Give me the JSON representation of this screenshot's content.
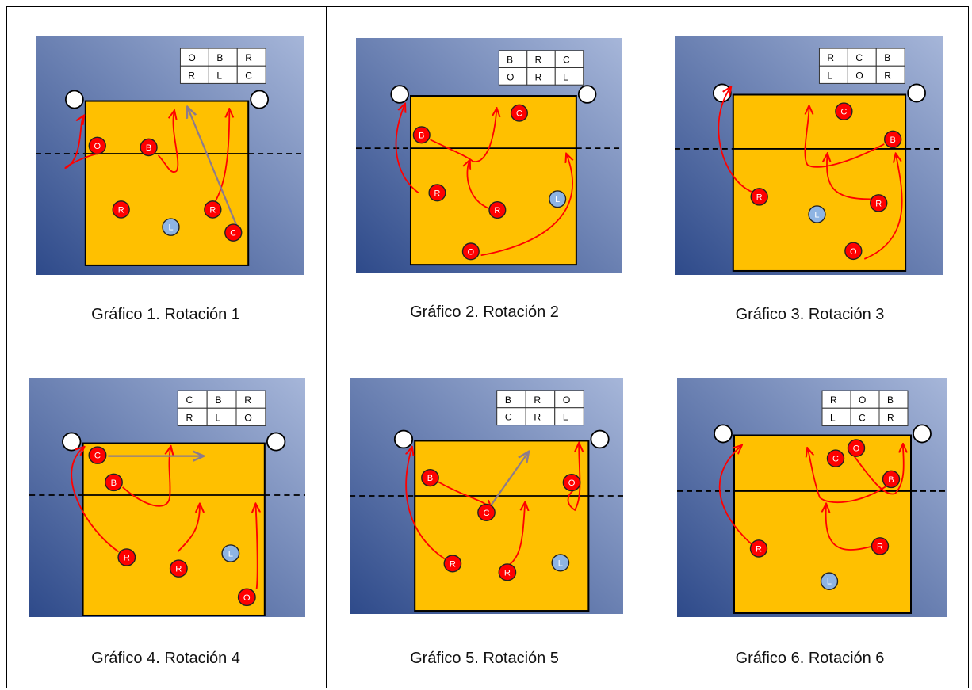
{
  "colors": {
    "court": "#FFC000",
    "player": "#FF0000",
    "libero": "#8EB4E3",
    "route": "#FF0000",
    "pass": "#8C7B8C",
    "bg_top": "#A6B6D9",
    "bg_bottom": "#2E4A8A"
  },
  "panels": [
    {
      "caption": "Gráfico 1. Rotación 1",
      "grid": [
        [
          "O",
          "B",
          "R"
        ],
        [
          "R",
          "L",
          "C"
        ]
      ]
    },
    {
      "caption": "Gráfico 2. Rotación 2",
      "grid": [
        [
          "B",
          "R",
          "C"
        ],
        [
          "O",
          "R",
          "L"
        ]
      ]
    },
    {
      "caption": "Gráfico 3. Rotación 3",
      "grid": [
        [
          "R",
          "C",
          "B"
        ],
        [
          "L",
          "O",
          "R"
        ]
      ]
    },
    {
      "caption": "Gráfico 4. Rotación 4",
      "grid": [
        [
          "C",
          "B",
          "R"
        ],
        [
          "R",
          "L",
          "O"
        ]
      ]
    },
    {
      "caption": "Gráfico 5. Rotación 5",
      "grid": [
        [
          "B",
          "R",
          "O"
        ],
        [
          "C",
          "R",
          "L"
        ]
      ]
    },
    {
      "caption": "Gráfico 6. Rotación 6",
      "grid": [
        [
          "R",
          "O",
          "B"
        ],
        [
          "L",
          "C",
          "R"
        ]
      ]
    }
  ]
}
